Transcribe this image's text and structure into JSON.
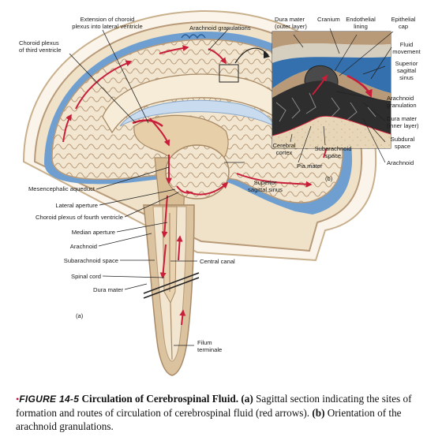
{
  "labels": {
    "extension_choroid": "Extension of choroid\nplexus into lateral ventricle",
    "choroid_third": "Choroid plexus\nof third ventricle",
    "arachnoid_granulations": "Arachnoid granulations",
    "mesencephalic_aqueduct": "Mesencephalic aqueduct",
    "lateral_aperture": "Lateral aperture",
    "choroid_fourth": "Choroid plexus of fourth ventricle",
    "median_aperture": "Median aperture",
    "arachnoid": "Arachnoid",
    "subarachnoid_space": "Subarachnoid space",
    "spinal_cord": "Spinal cord",
    "dura_mater": "Dura mater",
    "central_canal": "Central canal",
    "superior_sagittal_sinus": "Superior\nsagittal sinus",
    "filum_terminale": "Filum\nterminale",
    "panel_a": "(a)"
  },
  "inset_labels": {
    "dura_outer": "Dura mater\n(outer layer)",
    "cranium": "Cranium",
    "endothelial_lining": "Endothelial\nlining",
    "epithelial_cap": "Epithelial\ncap",
    "fluid_movement": "Fluid\nmovement",
    "superior_sagittal_sinus": "Superior\nsagittal\nsinus",
    "arachnoid_granulation": "Arachnoid\ngranulation",
    "dura_inner": "Dura mater\n(inner layer)",
    "subdural_space": "Subdural\nspace",
    "arachnoid": "Arachnoid",
    "cerebral_cortex": "Cerebral\ncortex",
    "subarachnoid_space": "Subarachnoid\nspace",
    "pia_mater": "Pia mater",
    "panel_b": "(b)"
  },
  "caption": {
    "figure_number": "FIGURE 14-5",
    "title": "Circulation of Cerebrospinal Fluid.",
    "part_a_tag": "(a)",
    "part_a_text": "Sagittal section indicating the sites of formation and routes of circulation of cerebrospinal fluid (red arrows).",
    "part_b_tag": "(b)",
    "part_b_text": "Orientation of the arachnoid granulations."
  },
  "colors": {
    "csf_blue": "#6f9fd0",
    "brain_tan": "#dcc3a0",
    "tissue_cream": "#f2e6d0",
    "flow_arrow": "#c81e3a",
    "dura_brown": "#b89a78",
    "sinus_dark": "#2a5f9a"
  }
}
